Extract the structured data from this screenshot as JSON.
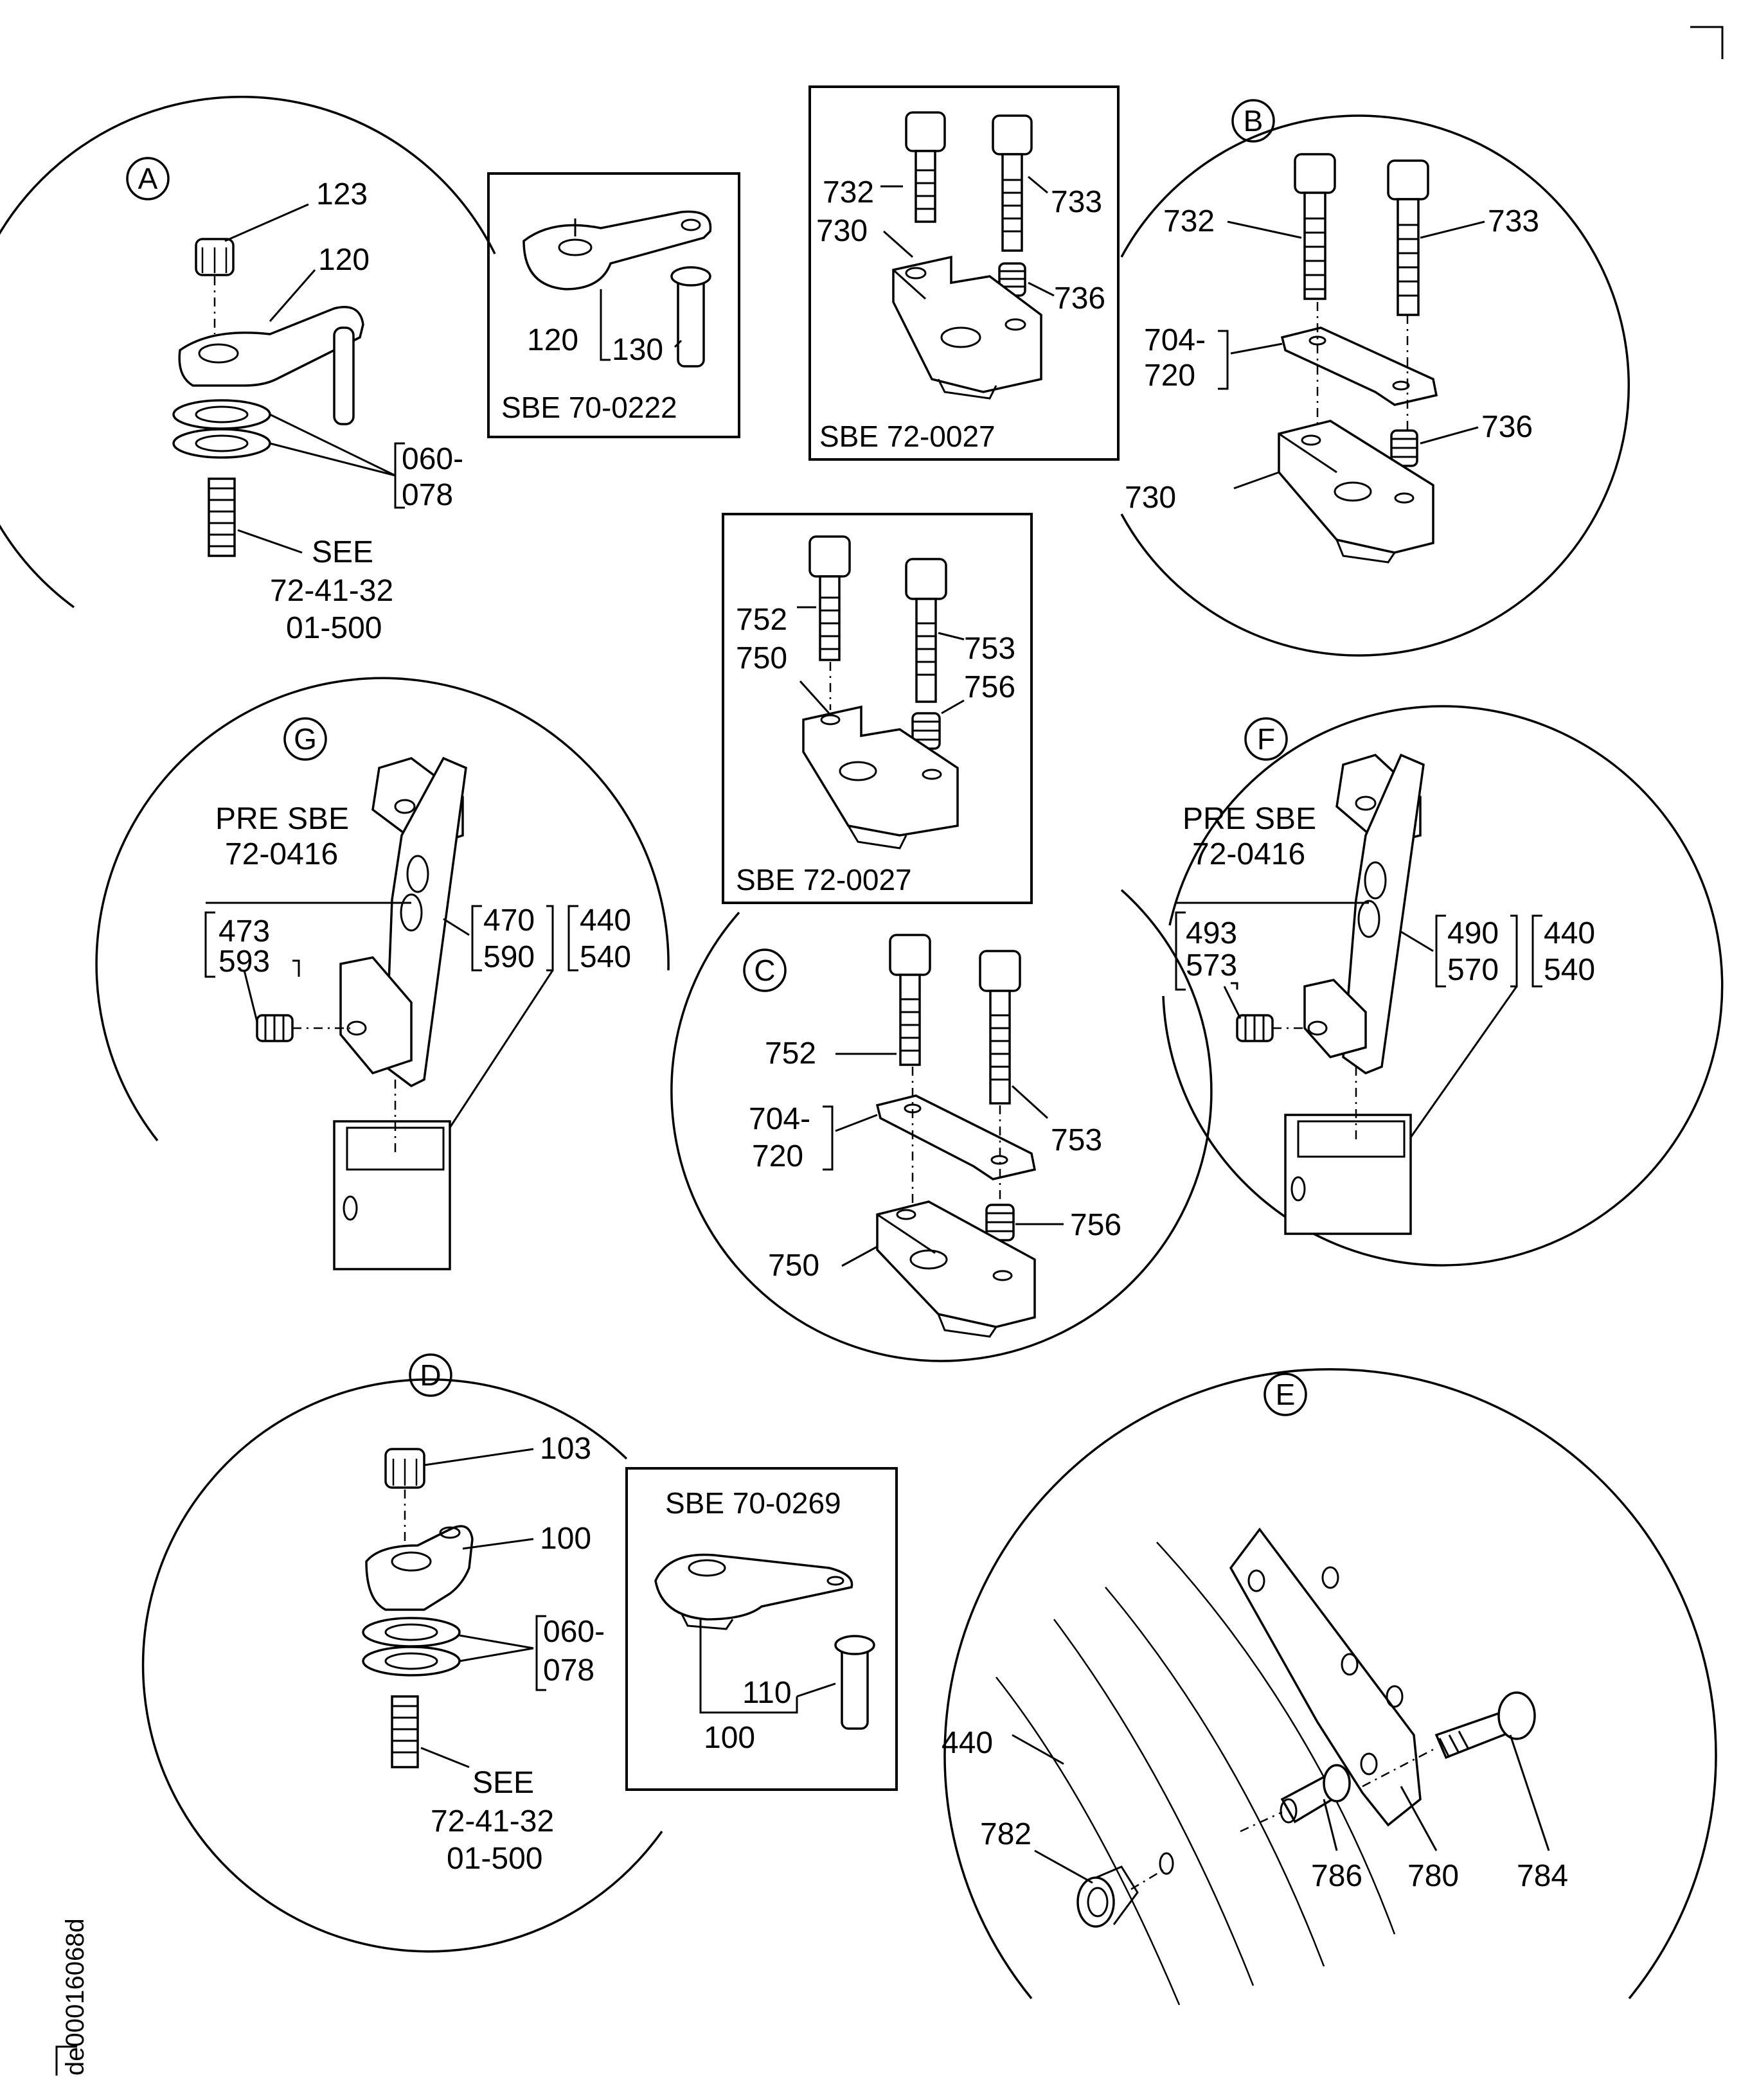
{
  "drawing_code": "de00016068d",
  "views": {
    "A": {
      "callout": "A",
      "labels": {
        "l123": "123",
        "l120": "120",
        "l060": "060-",
        "l078": "078",
        "see1": "SEE",
        "see2": "72-41-32",
        "see3": "01-500"
      }
    },
    "A_inset": {
      "sbe": "SBE 70-0222",
      "l120": "120",
      "l130": "130"
    },
    "B": {
      "callout": "B",
      "labels": {
        "l732": "732",
        "l733": "733",
        "l704": "704-",
        "l720": "720",
        "l736": "736",
        "l730": "730"
      }
    },
    "B_inset": {
      "sbe": "SBE 72-0027",
      "l732": "732",
      "l733": "733",
      "l730": "730",
      "l736": "736"
    },
    "C": {
      "callout": "C",
      "labels": {
        "l752": "752",
        "l753": "753",
        "l704": "704-",
        "l720": "720",
        "l756": "756",
        "l750": "750"
      }
    },
    "C_inset": {
      "sbe": "SBE 72-0027",
      "l752": "752",
      "l750": "750",
      "l753": "753",
      "l756": "756"
    },
    "D": {
      "callout": "D",
      "labels": {
        "l103": "103",
        "l100": "100",
        "l060": "060-",
        "l078": "078",
        "see1": "SEE",
        "see2": "72-41-32",
        "see3": "01-500"
      }
    },
    "D_inset": {
      "sbe": "SBE 70-0269",
      "l110": "110",
      "l100": "100"
    },
    "E": {
      "callout": "E",
      "labels": {
        "l440": "440",
        "l782": "782",
        "l786": "786",
        "l780": "780",
        "l784": "784"
      }
    },
    "F": {
      "callout": "F",
      "labels": {
        "pre1": "PRE SBE",
        "pre2": "72-0416",
        "l493": "493",
        "l573": "573",
        "l490": "490",
        "l570": "570",
        "l440": "440",
        "l540": "540"
      }
    },
    "G": {
      "callout": "G",
      "labels": {
        "pre1": "PRE SBE",
        "pre2": "72-0416",
        "l473": "473",
        "l593": "593",
        "l470": "470",
        "l590": "590",
        "l440": "440",
        "l540": "540"
      }
    }
  }
}
